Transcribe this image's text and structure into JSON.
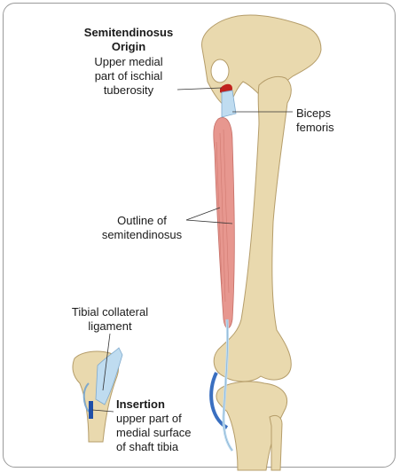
{
  "origin": {
    "title_line1": "Semitendinosus",
    "title_line2": "Origin",
    "desc_line1": "Upper medial",
    "desc_line2": "part of ischial",
    "desc_line3": "tuberosity"
  },
  "biceps": {
    "line1": "Biceps",
    "line2": "femoris"
  },
  "outline": {
    "line1": "Outline of",
    "line2": "semitendinosus"
  },
  "tibial": {
    "line1": "Tibial collateral",
    "line2": "ligament"
  },
  "insertion": {
    "title": "Insertion",
    "line1": "upper part of",
    "line2": "medial surface",
    "line3": "of shaft tibia"
  },
  "colors": {
    "bone": "#e9d9ae",
    "bone_edge": "#b59d6a",
    "muscle": "#e7978f",
    "tendon": "#bfdcf0",
    "origin_mark": "#c0211c",
    "insertion_mark": "#1f4fa8"
  }
}
